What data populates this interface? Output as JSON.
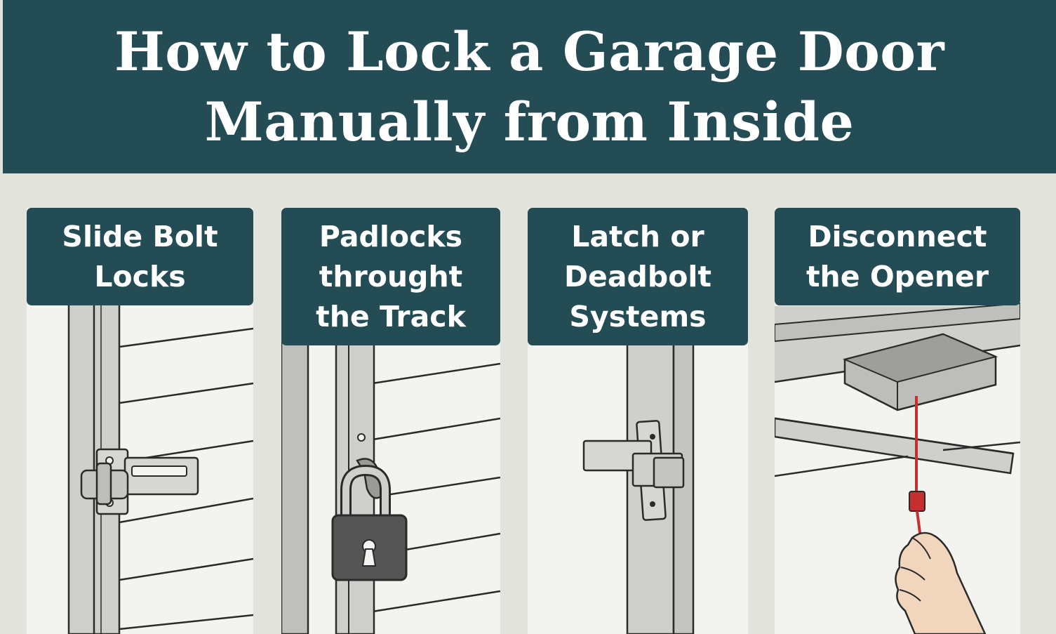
{
  "title": {
    "line1": "How to Lock a Garage Door",
    "line2": "Manually from Inside"
  },
  "panels": [
    {
      "lines": [
        "Slide Bolt",
        "Locks"
      ],
      "icon": "slide-bolt-lock-illustration"
    },
    {
      "lines": [
        "Padlocks",
        "throught",
        "the Track"
      ],
      "icon": "padlock-icon"
    },
    {
      "lines": [
        "Latch or",
        "Deadbolt",
        "Systems"
      ],
      "icon": "latch-deadbolt-illustration"
    },
    {
      "lines": [
        "Disconnect",
        "the Opener"
      ],
      "icon": "opener-release-cord-illustration"
    }
  ],
  "colors": {
    "header_bg": "#244c54",
    "background": "#e3e3dd",
    "panel_bg": "#f3f3ef",
    "metal": "#c9c9c5",
    "padlock_body": "#555555",
    "release_handle": "#c62f2f"
  }
}
